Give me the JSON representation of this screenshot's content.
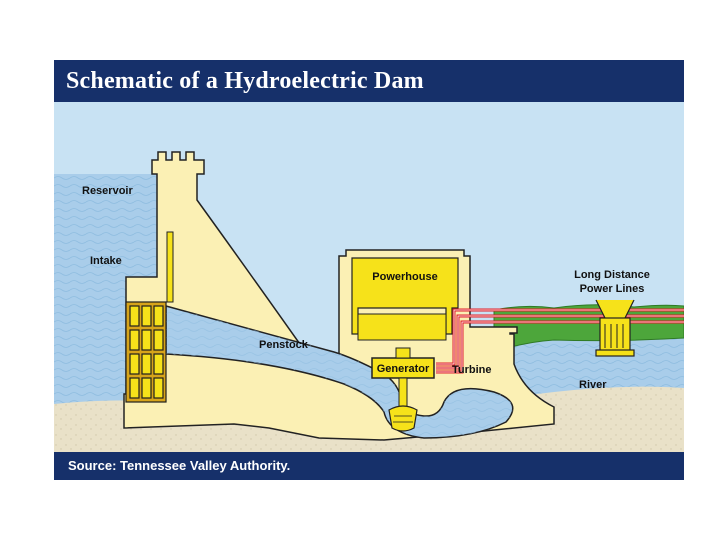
{
  "title": "Schematic of a Hydroelectric Dam",
  "source": "Source: Tennessee Valley Authority.",
  "labels": {
    "reservoir": "Reservoir",
    "intake": "Intake",
    "penstock": "Penstock",
    "powerhouse": "Powerhouse",
    "generator": "Generator",
    "turbine": "Turbine",
    "river": "River",
    "power_lines_1": "Long Distance",
    "power_lines_2": "Power Lines"
  },
  "colors": {
    "header": "#16306a",
    "sky": "#c8e2f3",
    "water": "#a9cdea",
    "concrete": "#fbf0b4",
    "powerhouse": "#f6e21a",
    "ground": "#e9e1c8",
    "grass": "#4da63b",
    "power_line": "#e0202a"
  }
}
